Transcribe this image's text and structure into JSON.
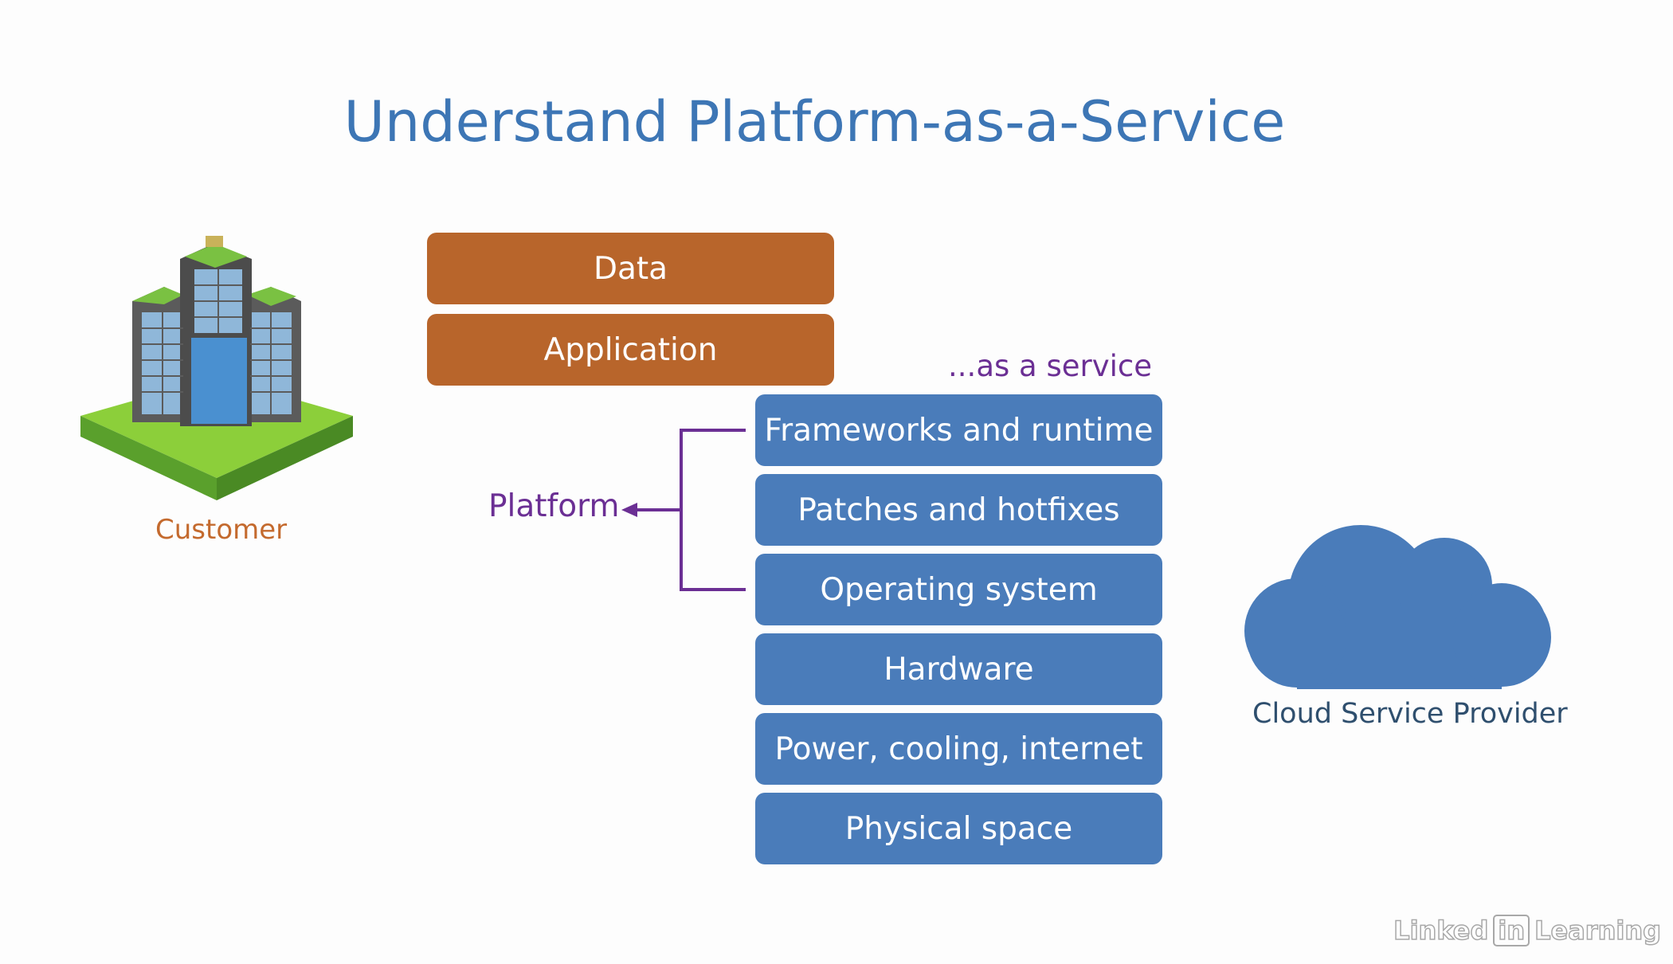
{
  "title": "Understand Platform-as-a-Service",
  "customer": {
    "label": "Customer",
    "icon": "office-building-icon"
  },
  "cloud": {
    "label": "Cloud Service Provider",
    "icon": "cloud-icon"
  },
  "customer_layers": [
    {
      "label": "Data"
    },
    {
      "label": "Application"
    }
  ],
  "service_caption": "...as a service",
  "provider_layers": [
    {
      "label": "Frameworks and runtime"
    },
    {
      "label": "Patches and hotfixes"
    },
    {
      "label": "Operating system"
    },
    {
      "label": "Hardware"
    },
    {
      "label": "Power, cooling, internet"
    },
    {
      "label": "Physical space"
    }
  ],
  "platform_bracket": {
    "label": "Platform",
    "spans": [
      "Frameworks and runtime",
      "Operating system"
    ]
  },
  "watermark": {
    "linked": "Linked",
    "in": "in",
    "learning": "Learning"
  },
  "colors": {
    "title": "#3d76b5",
    "customer_layer": "#b8652b",
    "provider_layer": "#4a7cba",
    "platform_accent": "#6b2f94",
    "customer_label": "#c46a2e",
    "cloud": "#4a7cba"
  }
}
